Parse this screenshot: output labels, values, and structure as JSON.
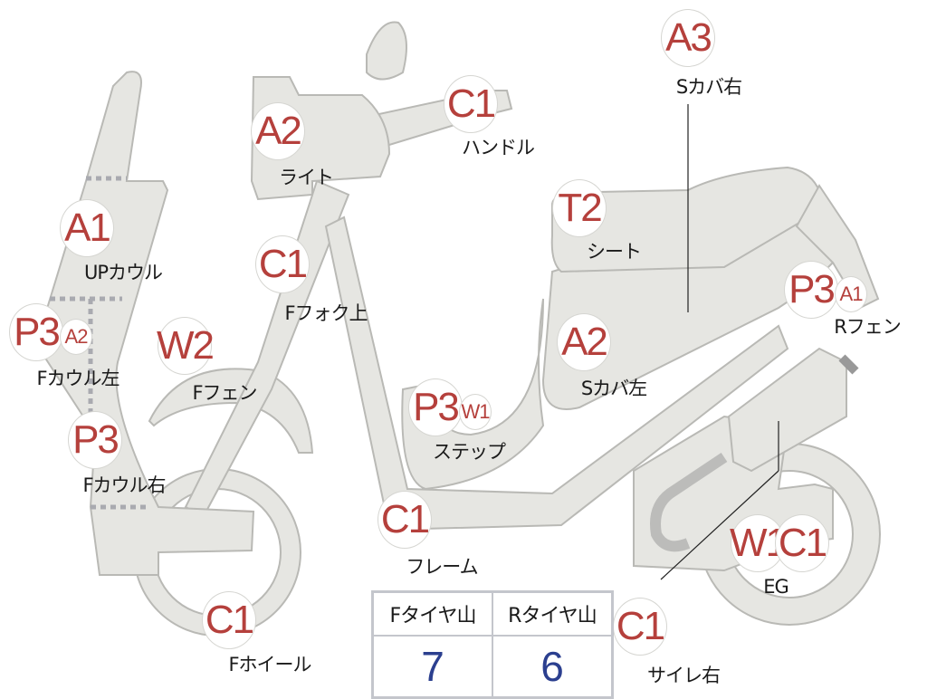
{
  "colors": {
    "part_fill": "#e6e6e2",
    "part_stroke": "#b9b9b5",
    "code": "#b5403c",
    "value": "#2b3f8f"
  },
  "parts": [
    {
      "label": "Sカバ右",
      "codes": [
        "A3"
      ]
    },
    {
      "label": "ライト",
      "codes": [
        "A2"
      ]
    },
    {
      "label": "ハンドル",
      "codes": [
        "C1"
      ]
    },
    {
      "label": "シート",
      "codes": [
        "T2"
      ]
    },
    {
      "label": "UPカウル",
      "codes": [
        "A1"
      ]
    },
    {
      "label": "Fフォク上",
      "codes": [
        "C1"
      ]
    },
    {
      "label": "Rフェン",
      "codes": [
        "P3",
        "A1"
      ]
    },
    {
      "label": "Fカウル左",
      "codes": [
        "P3",
        "A2"
      ]
    },
    {
      "label": "Fフェン",
      "codes": [
        "W2"
      ]
    },
    {
      "label": "Sカバ左",
      "codes": [
        "A2"
      ]
    },
    {
      "label": "ステップ",
      "codes": [
        "P3",
        "W1"
      ]
    },
    {
      "label": "Fカウル右",
      "codes": [
        "P3"
      ]
    },
    {
      "label": "フレーム",
      "codes": [
        "C1"
      ]
    },
    {
      "label": "EG",
      "codes": [
        "W1",
        "C1"
      ]
    },
    {
      "label": "Fホイール",
      "codes": [
        "C1"
      ]
    },
    {
      "label": "サイレ右",
      "codes": [
        "C1"
      ]
    }
  ],
  "tire_table": {
    "headers": [
      "Fタイヤ山",
      "Rタイヤ山"
    ],
    "values": [
      "7",
      "6"
    ]
  }
}
